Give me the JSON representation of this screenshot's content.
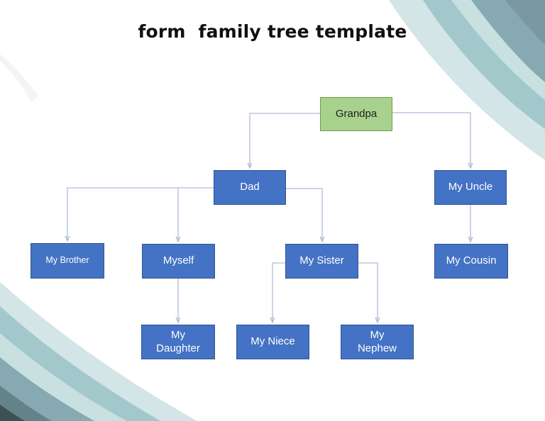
{
  "page": {
    "title": "form  family tree template"
  },
  "palette": {
    "node_blue_fill": "#4472c4",
    "node_blue_border": "#2f5496",
    "node_green_fill": "#a9d18e",
    "node_green_border": "#689d48",
    "node_text_light": "#ffffff",
    "node_text_dark": "#1f1f1f",
    "connector_line": "#aebcd6",
    "connector_arrow": "#3c5c9c",
    "swoosh_teal_lightest": "#d3e5e6",
    "swoosh_teal_medium": "#a2c8cc",
    "swoosh_teal_highlight": "#c9e0e1",
    "swoosh_teal_dark": "#87a9b2",
    "swoosh_teal_darker": "#7a98a2",
    "swoosh_slate_darkest": "#3d5254",
    "title_color": "#101010"
  },
  "tree": {
    "nodes": [
      {
        "id": "grandpa",
        "label": "Grandpa",
        "color": "green"
      },
      {
        "id": "dad",
        "label": "Dad",
        "color": "blue"
      },
      {
        "id": "uncle",
        "label": "My Uncle",
        "color": "blue"
      },
      {
        "id": "brother",
        "label": "My Brother",
        "color": "blue"
      },
      {
        "id": "myself",
        "label": "Myself",
        "color": "blue"
      },
      {
        "id": "sister",
        "label": "My Sister",
        "color": "blue"
      },
      {
        "id": "cousin",
        "label": "My Cousin",
        "color": "blue"
      },
      {
        "id": "daughter",
        "label": "My Daughter",
        "color": "blue"
      },
      {
        "id": "niece",
        "label": "My Niece",
        "color": "blue"
      },
      {
        "id": "nephew",
        "label": "My Nephew",
        "color": "blue"
      }
    ],
    "edges": [
      {
        "from": "grandpa",
        "to": "dad"
      },
      {
        "from": "grandpa",
        "to": "uncle"
      },
      {
        "from": "dad",
        "to": "brother"
      },
      {
        "from": "dad",
        "to": "myself"
      },
      {
        "from": "dad",
        "to": "sister"
      },
      {
        "from": "myself",
        "to": "daughter"
      },
      {
        "from": "sister",
        "to": "niece"
      },
      {
        "from": "sister",
        "to": "nephew"
      },
      {
        "from": "uncle",
        "to": "cousin"
      }
    ]
  }
}
